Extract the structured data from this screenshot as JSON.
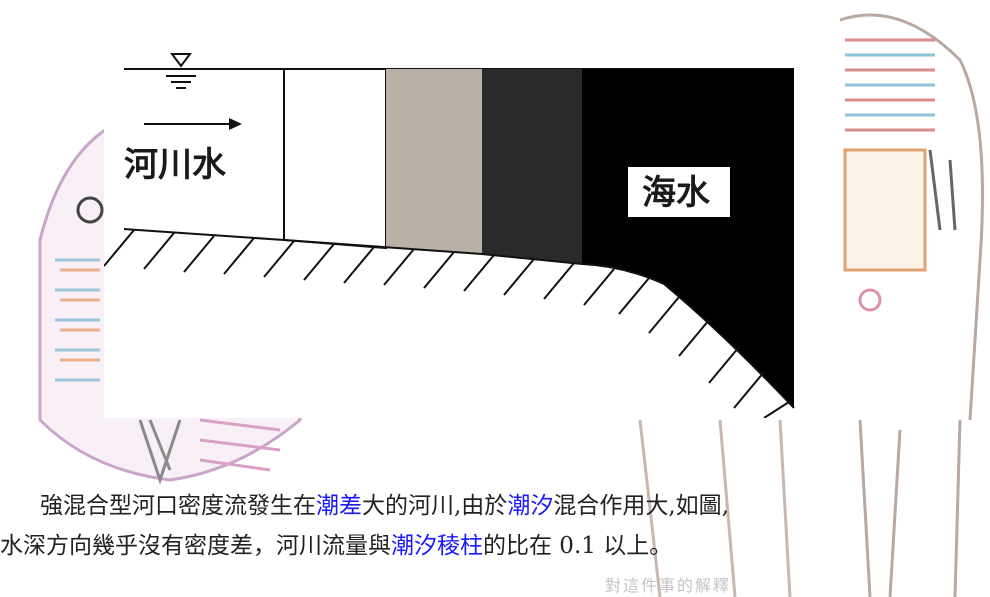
{
  "diagram": {
    "river_label": "河川水",
    "sea_label": "海水",
    "water_surface_icon": "water-level-triangle-icon",
    "flow_arrow_icon": "right-arrow-icon"
  },
  "caption": {
    "line1": {
      "t1": "強混合型河口密度流發生在",
      "k1": "潮差",
      "t2": "大的河川,由於",
      "k2": "潮汐",
      "t3": "混合作用大,如圖,"
    },
    "line2": {
      "t1": "水深方向幾乎沒有密度差，河川流量與",
      "k1": "潮汐稜柱",
      "t2": "的比在 0.1 以上。"
    }
  },
  "watermark": "對這件事的解釋",
  "colors": {
    "keyword": "#1a1aff",
    "text": "#222222"
  }
}
